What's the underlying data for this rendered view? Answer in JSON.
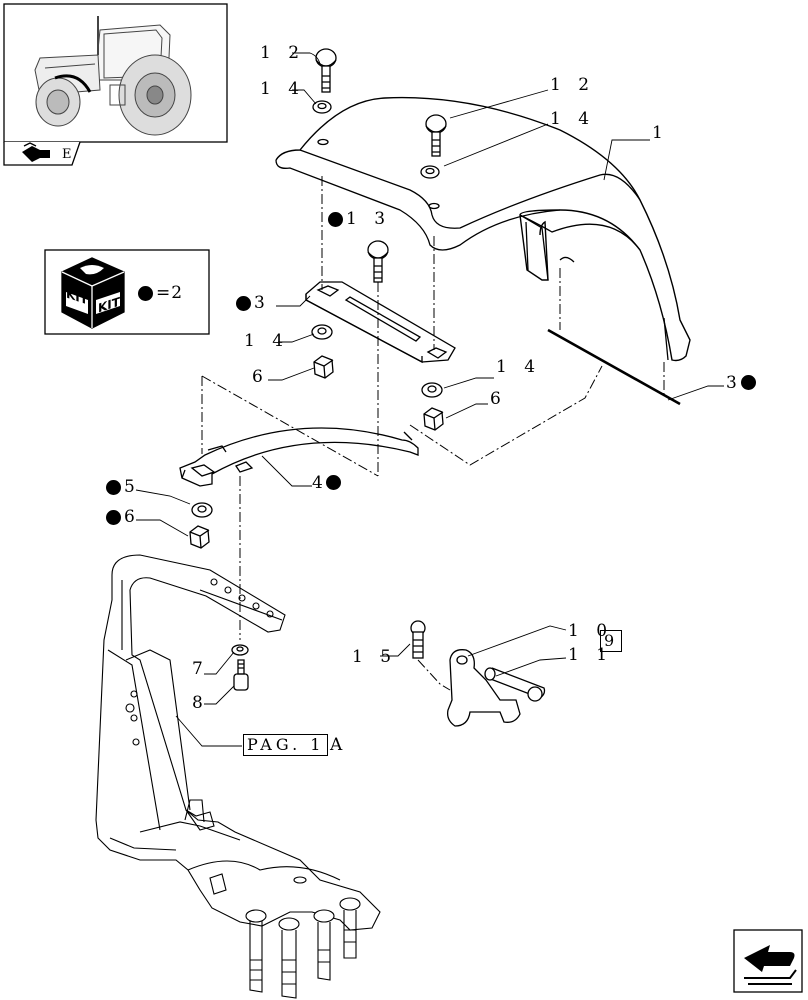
{
  "labels": {
    "l12a": "1 2",
    "l14a": "1 4",
    "l12b": "1 2",
    "l14b": "1 4",
    "l1": "1",
    "l13": "1 3",
    "l3a": "3",
    "l14c": "1 4",
    "l6a": "6",
    "l14d": "1 4",
    "l6b": "6",
    "l3b": "3",
    "l4": "4",
    "l5": "5",
    "l6c": "6",
    "l15": "1 5",
    "l10": "1 0",
    "l11": "1 1",
    "l7": "7",
    "l8": "8",
    "ref9": "9",
    "refPag": "PAG. 1",
    "refPagSuffix": "A",
    "kitEquals": "=2",
    "kitText1": "KIT",
    "kitText2": "KIT",
    "thumbTabLetter": "E"
  },
  "icons": {
    "tractor": "tractor-thumbnail-icon",
    "kit": "kit-box-icon",
    "nav": "next-page-arrow-icon",
    "bullet": "filled-dot-icon"
  },
  "colors": {
    "ink": "#000000",
    "paper": "#ffffff"
  }
}
